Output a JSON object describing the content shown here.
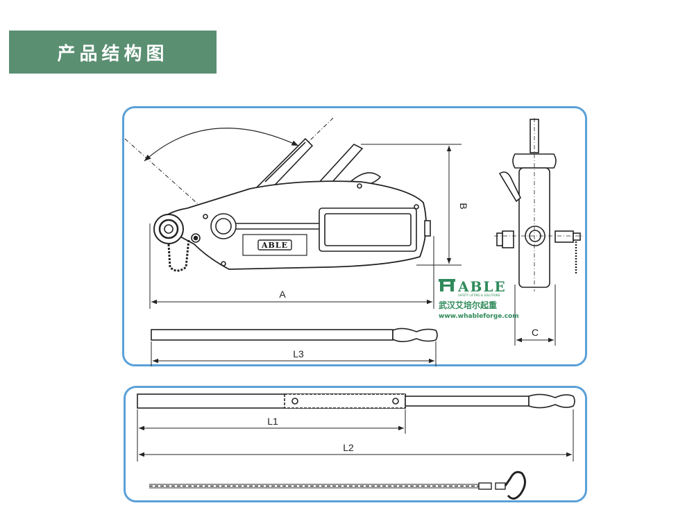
{
  "header": {
    "title": "产品结构图"
  },
  "dimensions": {
    "a": "A",
    "b": "B",
    "c": "C",
    "l1": "L1",
    "l2": "L2",
    "l3": "L3"
  },
  "nameplate": {
    "text": "ABLE"
  },
  "brand": {
    "letters": "ABLE",
    "tagline": "SAFETY LIFTING & SOLUTIONS",
    "chinese_name": "武汉艾培尔起重",
    "url": "www.whableforge.com",
    "color": "#2f8a5a"
  },
  "colors": {
    "title_bar": "#5a8f72",
    "panel_border": "#5aa0d8",
    "line": "#222222"
  }
}
